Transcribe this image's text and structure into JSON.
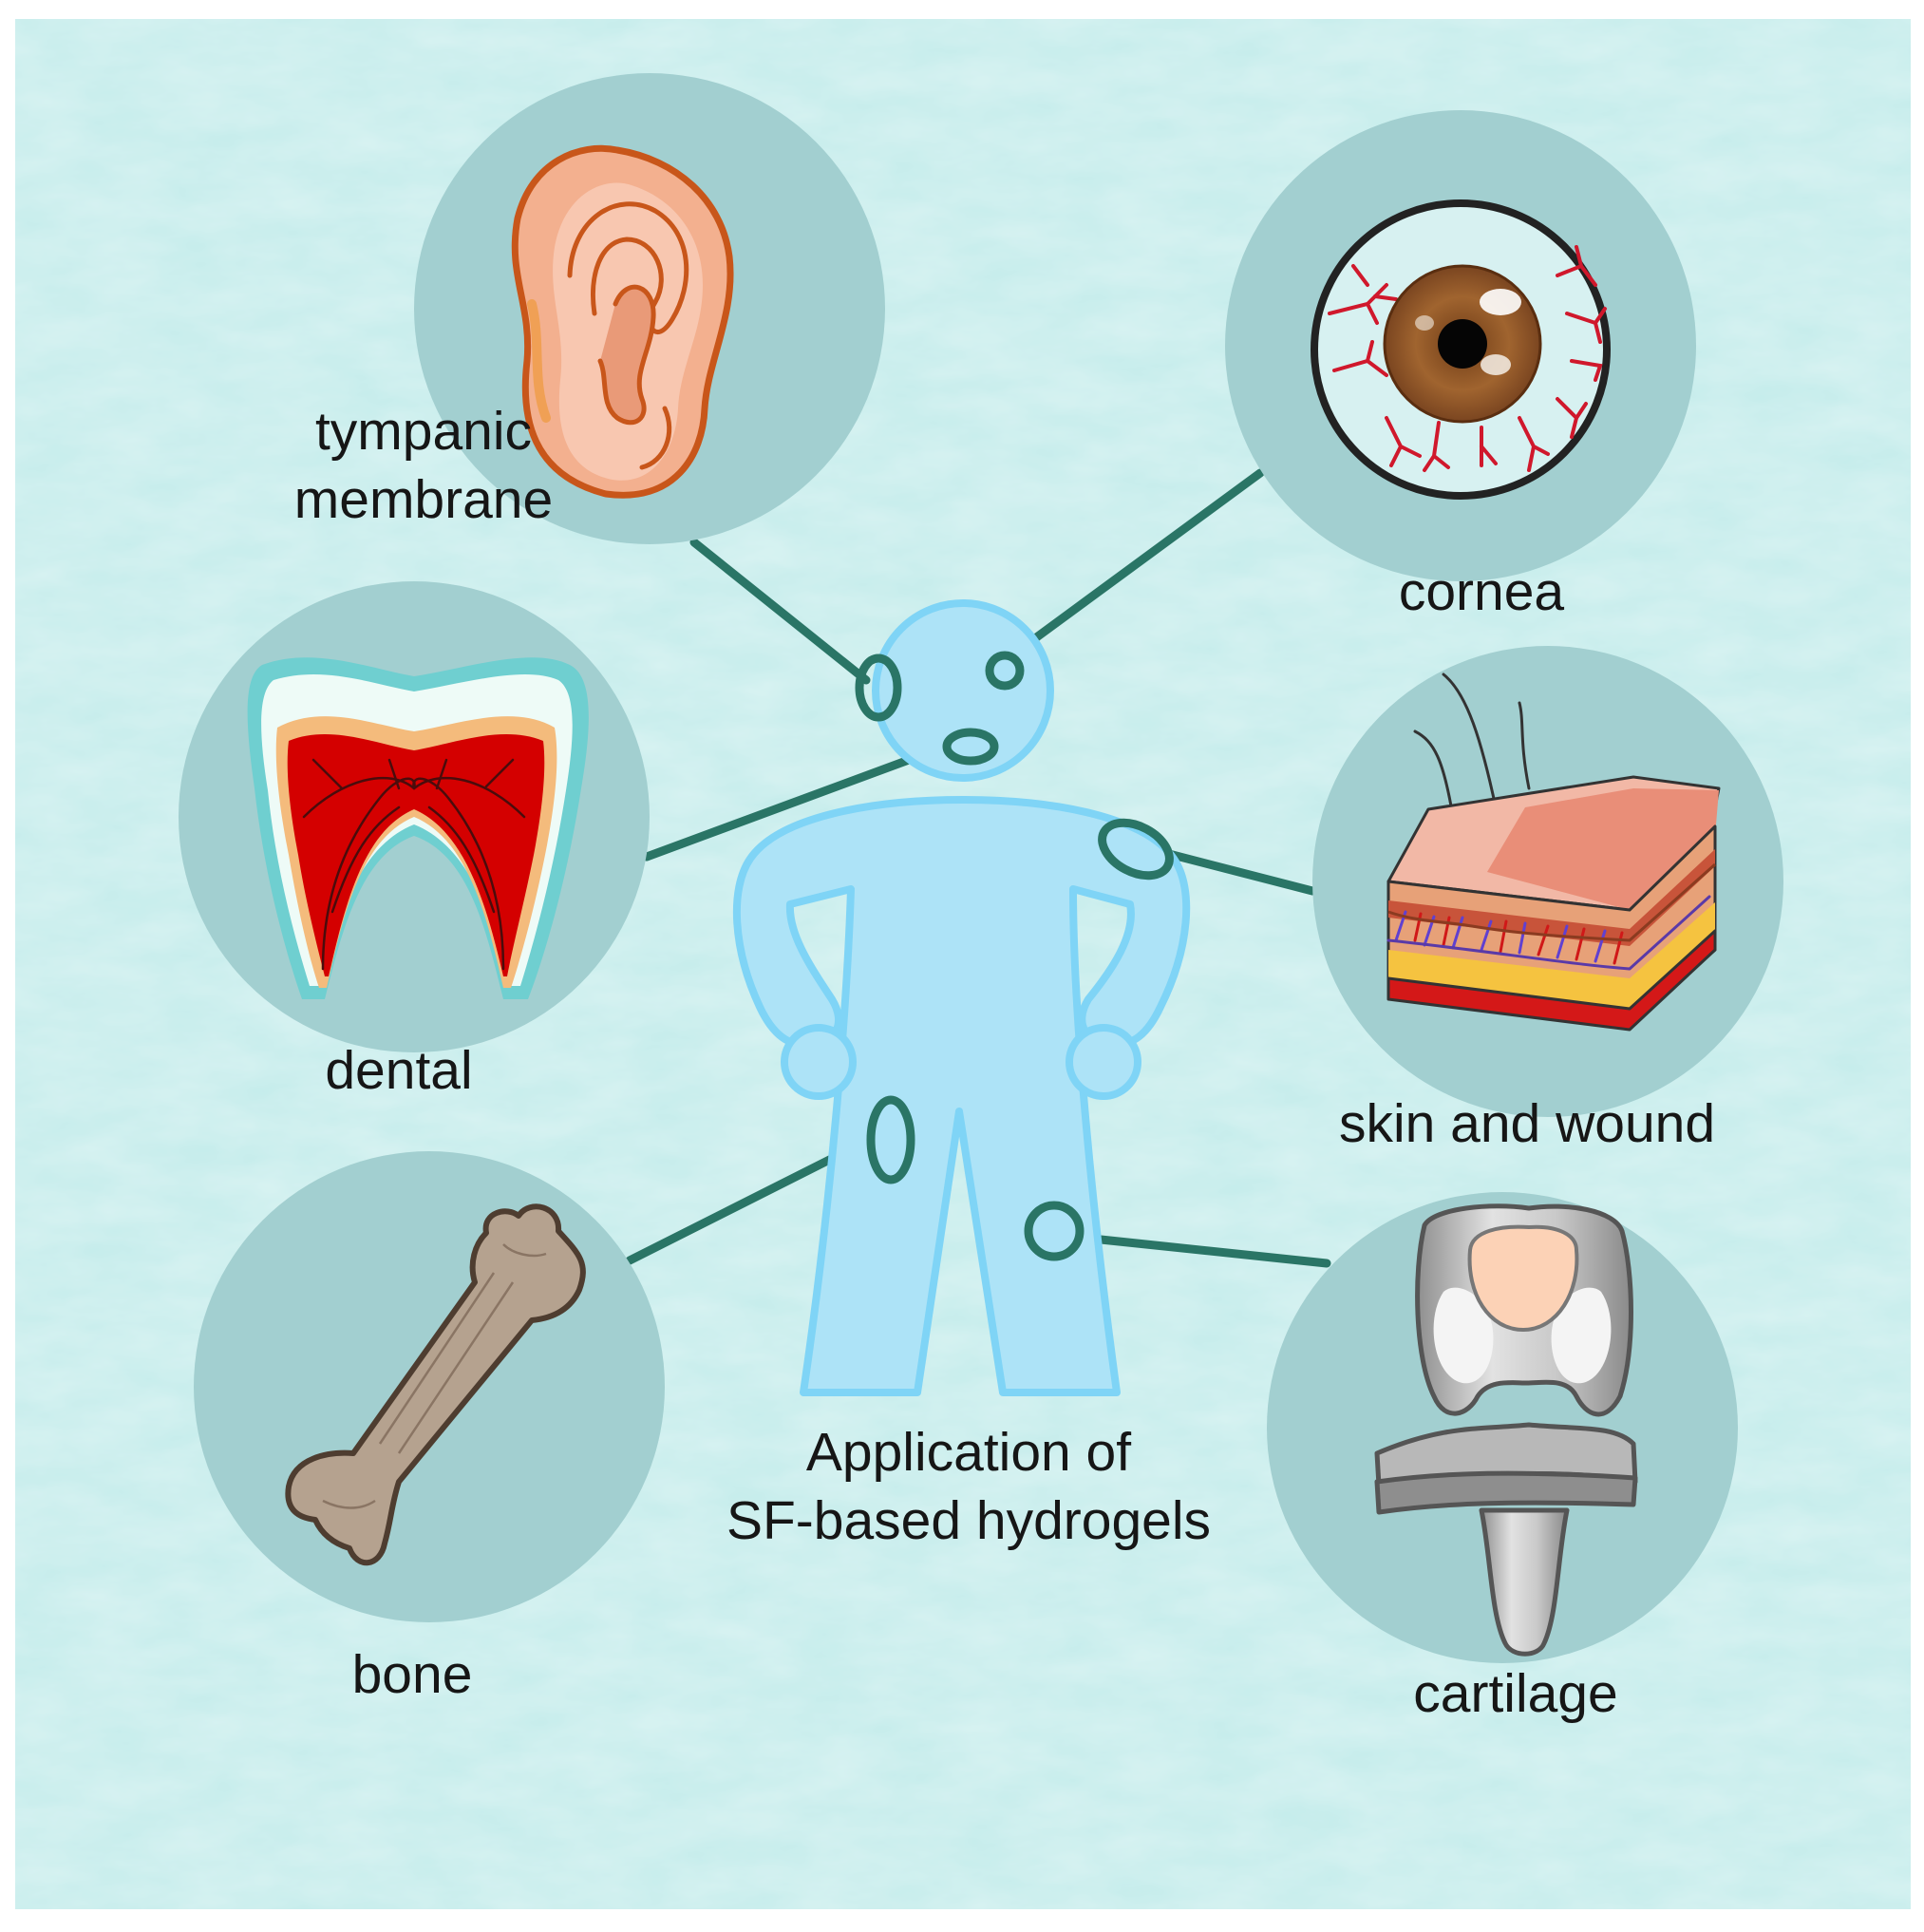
{
  "diagram": {
    "center_label_line1": "Application of",
    "center_label_line2": "SF-based hydrogels",
    "applications": {
      "tympanic": {
        "line1": "tympanic",
        "line2": "membrane",
        "icon": "ear-icon"
      },
      "cornea": {
        "label": "cornea",
        "icon": "eye-icon"
      },
      "dental": {
        "label": "dental",
        "icon": "tooth-icon"
      },
      "skin": {
        "label": "skin and wound",
        "icon": "skin-layers-icon"
      },
      "bone": {
        "label": "bone",
        "icon": "bone-icon"
      },
      "cartilage": {
        "label": "cartilage",
        "icon": "knee-implant-icon"
      }
    }
  },
  "colors": {
    "background": "#c4eceb",
    "circle_fill": "#a2cfd0",
    "connector": "#2a7566",
    "body_fill": "#ade3f7",
    "body_outline": "#7fd4f6"
  }
}
